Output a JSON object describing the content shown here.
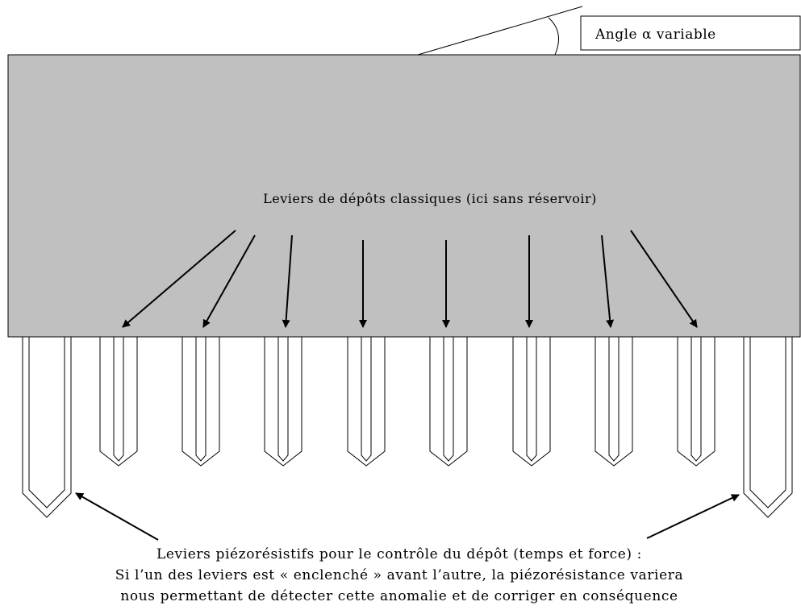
{
  "angle_label": "Angle α variable",
  "top_label": "Leviers de dépôts classiques (ici sans réservoir)",
  "bottom_caption": [
    "Leviers piézorésistifs pour le contrôle du dépôt (temps et force) :",
    "Si l’un des leviers est « enclenché » avant l’autre, la piézorésistance variera",
    "nous permettant de détecter cette anomalie et de corriger en conséquence"
  ],
  "colors": {
    "block_fill": "#c0c0c0",
    "stroke": "#000000",
    "background": "#ffffff"
  }
}
